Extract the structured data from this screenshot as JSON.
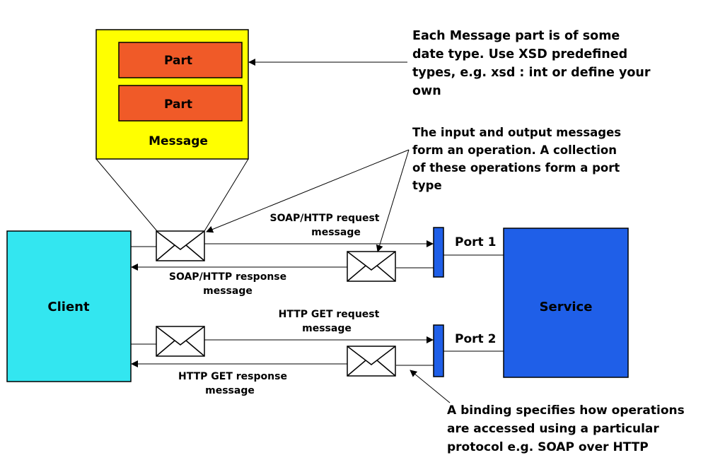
{
  "message_box": {
    "label": "Message",
    "parts": [
      "Part",
      "Part"
    ]
  },
  "client": {
    "label": "Client"
  },
  "service": {
    "label": "Service"
  },
  "ports": [
    "Port 1",
    "Port 2"
  ],
  "flows": {
    "soap_request": [
      "SOAP/HTTP request",
      "message"
    ],
    "soap_response": [
      "SOAP/HTTP response",
      "message"
    ],
    "get_request": [
      "HTTP GET request",
      "message"
    ],
    "get_response": [
      "HTTP GET response",
      "message"
    ]
  },
  "notes": {
    "part_types": [
      "Each Message part is of some",
      "date type.  Use XSD predefined",
      "types, e.g. xsd : int or define your",
      "own"
    ],
    "operation": [
      "The input and output messages",
      "form an operation.  A collection",
      "of these operations form a port",
      "type"
    ],
    "binding": [
      "A binding specifies how operations",
      "are accessed using a particular",
      "protocol e.g. SOAP over HTTP"
    ]
  },
  "colors": {
    "message_fill": "#ffff00",
    "part_fill": "#f05a28",
    "client_fill": "#33e6f0",
    "service_fill": "#1f5fe8",
    "port_fill": "#1f5fe8"
  }
}
